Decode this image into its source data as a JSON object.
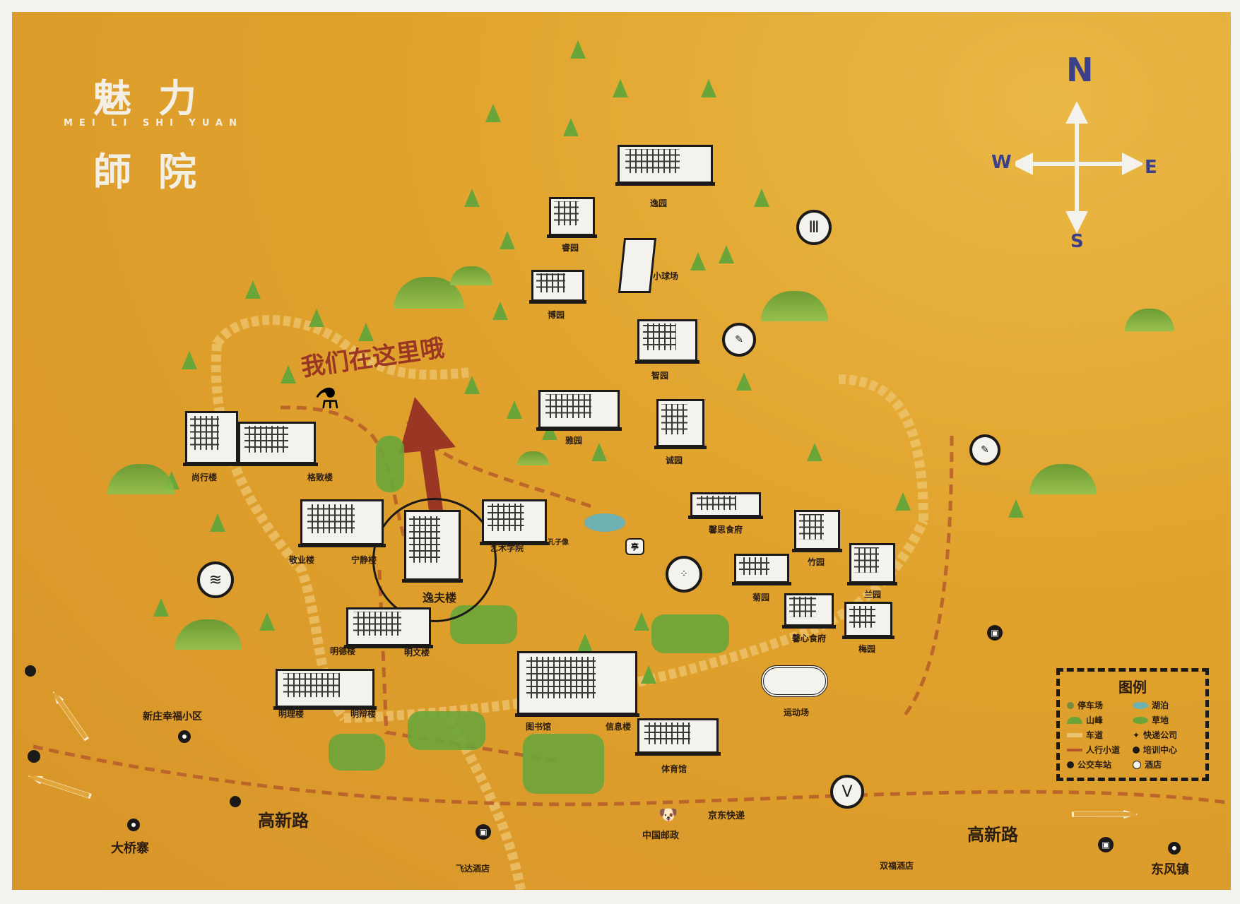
{
  "title": {
    "line1": "魅力",
    "romanization": "MEI LI SHI YUAN",
    "line2": "師院"
  },
  "compass": {
    "north": "N",
    "south": "S",
    "east": "E",
    "west": "W"
  },
  "you_are_here": "我们在这里哦",
  "highlight_building": "逸夫楼",
  "buildings": {
    "yiyuan": "逸园",
    "ruiyuan": "睿园",
    "small_court": "小球场",
    "boyuan": "博园",
    "zhiyuan": "智园",
    "yayuan": "雅园",
    "chengyuan": "诚园",
    "shangxing": "尚行楼",
    "gezhi": "格致楼",
    "jingye": "敬业楼",
    "ningjing": "宁静楼",
    "art_school": "艺术学院",
    "confucius": "孔子像",
    "pavilion": "亭",
    "mingde": "明德楼",
    "mingwen": "明文楼",
    "mingli": "明理楼",
    "mingbian": "明辩楼",
    "library": "图书馆",
    "info": "信息楼",
    "xinsi_canteen": "馨思食府",
    "zhuyuan": "竹园",
    "juyuan": "菊园",
    "lanyuan": "兰园",
    "xinxin_canteen": "馨心食府",
    "meiyuan": "梅园",
    "stadium": "运动场",
    "gym": "体育馆"
  },
  "places": {
    "jd": "京东快递",
    "post": "中国邮政",
    "road_left": "高新路",
    "road_right": "高新路",
    "daqiaozhai": "大桥寨",
    "xinzhuang": "新庄幸福小区",
    "feida_hotel": "飞达酒店",
    "shuangfu_hotel": "双福酒店",
    "dongfeng": "东风镇"
  },
  "legend": {
    "title": "图例",
    "items": [
      {
        "label": "停车场",
        "color": "#7a8a3a"
      },
      {
        "label": "湖泊",
        "color": "#6fb0b0"
      },
      {
        "label": "山峰",
        "color": "#6aa53a"
      },
      {
        "label": "草地",
        "color": "#6aa53a"
      },
      {
        "label": "车道",
        "color": "#eac470"
      },
      {
        "label": "快递公司",
        "color": "#1c1a18"
      },
      {
        "label": "人行小道",
        "color": "#b4582a"
      },
      {
        "label": "培训中心",
        "color": "#1c1a18"
      },
      {
        "label": "公交车站",
        "color": "#1c1a18"
      },
      {
        "label": "酒店",
        "color": "#f4f2ec"
      }
    ]
  },
  "colors": {
    "background": "#e0a22c",
    "arrow": "#9a3624",
    "grass": "#6aa53a",
    "ink": "#1c1a18"
  }
}
